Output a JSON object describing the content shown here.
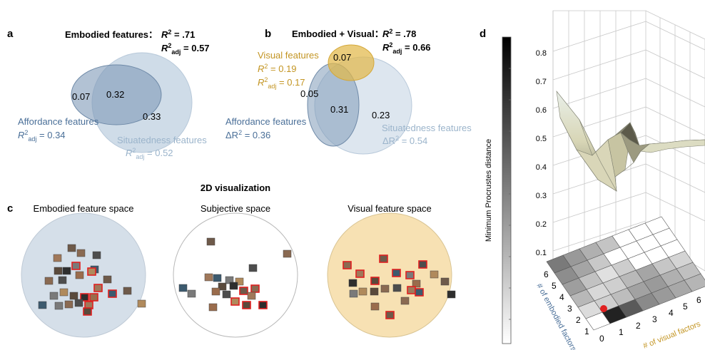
{
  "panel_a": {
    "letter": "a",
    "heading": "Embodied features：",
    "r2_label": "R",
    "r2_sup": "2",
    "r2_value": " = .71",
    "r2adj_label": "R",
    "r2adj_sup": "2",
    "r2adj_sub": "adj",
    "r2adj_value": " = 0.57",
    "only_affordance": "0.07",
    "shared": "0.32",
    "only_situatedness": "0.33",
    "affordance_name": "Affordance features",
    "affordance_stat_label": "R",
    "affordance_stat_sup": "2",
    "affordance_stat_sub": "adj",
    "affordance_stat_value": " = 0.34",
    "situatedness_name": "Situatedness features",
    "situatedness_stat_label": "R",
    "situatedness_stat_sup": "2",
    "situatedness_stat_sub": "adj",
    "situatedness_stat_value": " = 0.52"
  },
  "panel_b": {
    "letter": "b",
    "heading": "Embodied + Visual：",
    "r2_label": "R",
    "r2_sup": "2",
    "r2_value": " = .78",
    "r2adj_label": "R",
    "r2adj_sup": "2",
    "r2adj_sub": "adj",
    "r2adj_value": " = 0.66",
    "visual_only": "0.07",
    "visual_name": "Visual features",
    "visual_r2_label": "R",
    "visual_r2_sup": "2",
    "visual_r2_value": " = 0.19",
    "visual_r2adj_label": "R",
    "visual_r2adj_sup": "2",
    "visual_r2adj_sub": "adj",
    "visual_r2adj_value": " = 0.17",
    "only_affordance": "0.05",
    "shared": "0.31",
    "only_situatedness": "0.23",
    "affordance_name": "Affordance features",
    "affordance_stat_label": "ΔR",
    "affordance_stat_sup": "2",
    "affordance_stat_value": " = 0.36",
    "situatedness_name": "Situatedness features",
    "situatedness_stat_label": "ΔR",
    "situatedness_stat_sup": "2",
    "situatedness_stat_value": " = 0.54"
  },
  "panel_c": {
    "letter": "c",
    "heading": "2D visualization",
    "spaces": [
      {
        "title": "Embodied feature space",
        "fill": "#d5dfe9"
      },
      {
        "title": "Subjective space",
        "fill": "#ffffff"
      },
      {
        "title": "Visual feature space",
        "fill": "#f7e1b3"
      }
    ]
  },
  "panel_d": {
    "letter": "d",
    "colorbar_label": "Minimum Procrustes distance",
    "z_ticks": [
      "0.8",
      "0.7",
      "0.6",
      "0.5",
      "0.4",
      "0.3",
      "0.2",
      "0.1"
    ],
    "x_axis_label": "# of visual factors",
    "y_axis_label": "# of embodied factors",
    "x_ticks": [
      "0",
      "1",
      "2",
      "3",
      "4",
      "5",
      "6"
    ],
    "y_ticks": [
      "1",
      "2",
      "3",
      "4",
      "5",
      "6"
    ]
  },
  "colors": {
    "embodied": "#7f9ab8",
    "situatedness": "#c7d6e4",
    "visual": "#e2b84a",
    "embodied_text": "#4a6f98",
    "situatedness_text": "#9bb4cb",
    "visual_text": "#c39523",
    "highlight": "#e02020"
  }
}
